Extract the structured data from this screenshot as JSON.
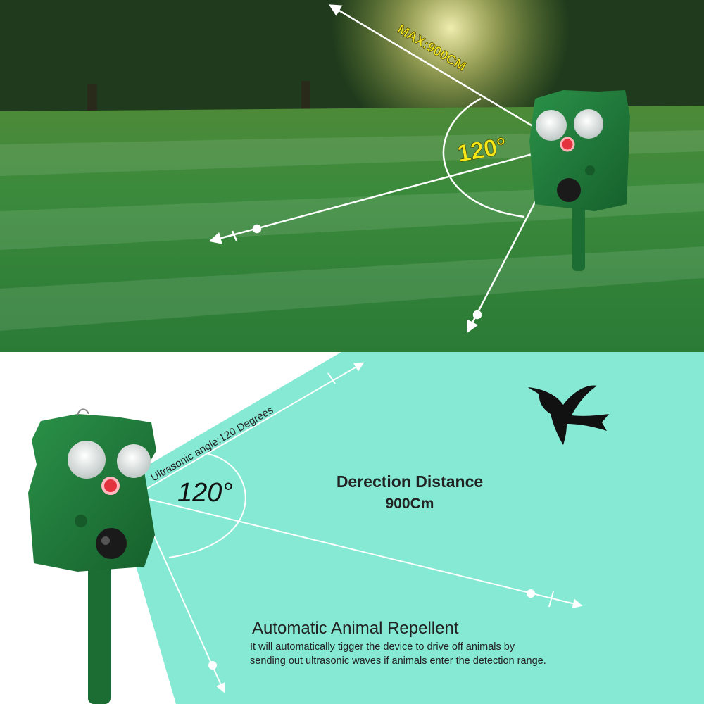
{
  "top_panel": {
    "range_label": "MAX:900CM",
    "angle_label": "120°",
    "colors": {
      "grass_far": "#3f7d35",
      "grass_near": "#2f8a3a",
      "trees": "#1f3a1c",
      "annotation_text": "#f6e71a",
      "sun": "#f2f0a8"
    }
  },
  "bottom_panel": {
    "angle_caption": "Ultrasonic angle:120 Degrees",
    "angle_value": "120°",
    "distance_title": "Derection Distance",
    "distance_value": "900Cm",
    "feature_title": "Automatic Animal Repellent",
    "feature_line1": "It will automatically tigger the device to drive off animals by",
    "feature_line2": "sending out ultrasonic waves if animals enter the detection range.",
    "colors": {
      "beam": "#86e9d4",
      "background": "#ffffff",
      "text": "#222222"
    },
    "icon": "bird-silhouette-icon"
  },
  "device": {
    "body_color": "#1f7a3a",
    "led_color": "#f4f4f4",
    "sensor_color": "#e2333f"
  }
}
